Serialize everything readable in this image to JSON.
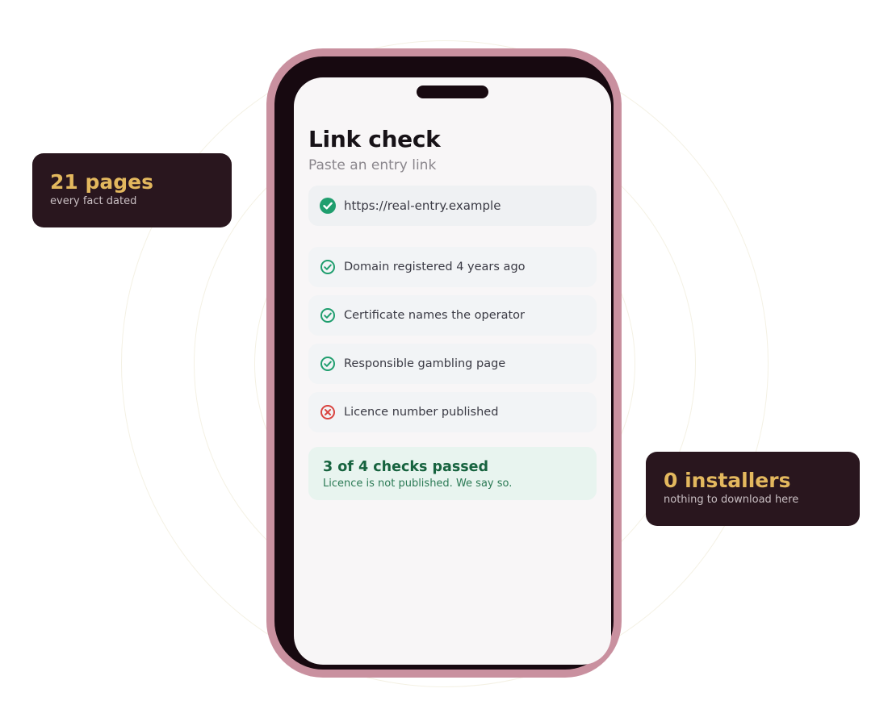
{
  "app": {
    "title": "Link check",
    "subtitle": "Paste an entry link"
  },
  "url_field": {
    "value": "https://real-entry.example",
    "status_icon": "check-circle-icon",
    "status": "verified"
  },
  "checks": [
    {
      "label": "Domain registered 4 years ago",
      "status": "pass",
      "icon": "check-circle-icon"
    },
    {
      "label": "Certificate names the operator",
      "status": "pass",
      "icon": "check-circle-icon"
    },
    {
      "label": "Responsible gambling page",
      "status": "pass",
      "icon": "check-circle-icon"
    },
    {
      "label": "Licence number published",
      "status": "fail",
      "icon": "x-circle-icon"
    }
  ],
  "summary": {
    "title": "3 of 4 checks passed",
    "detail": "Licence is not published. We say so."
  },
  "stats": {
    "pages": {
      "value": "21 pages",
      "label": "every fact dated"
    },
    "installers": {
      "value": "0 installers",
      "label": "nothing to download here"
    }
  },
  "colors": {
    "pass": "#1f9e6e",
    "fail": "#d9433f",
    "phone_frame": "#c9909f",
    "stat_bg": "#29161e",
    "stat_accent": "#e3b85e",
    "summary_text": "#17633f"
  }
}
